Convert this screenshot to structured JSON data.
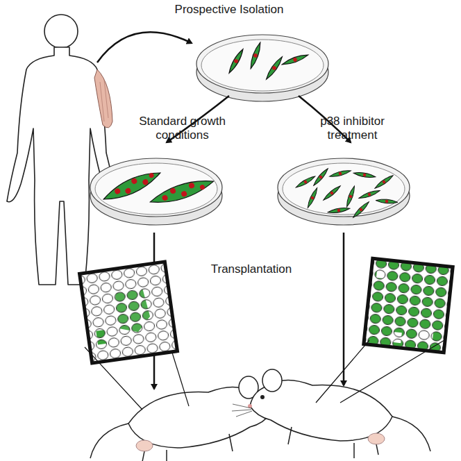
{
  "diagram": {
    "labels": [
      "Prospective Isolation",
      "Standard growth conditions",
      "p38 inhibitor treatment",
      "Transplantation"
    ]
  }
}
